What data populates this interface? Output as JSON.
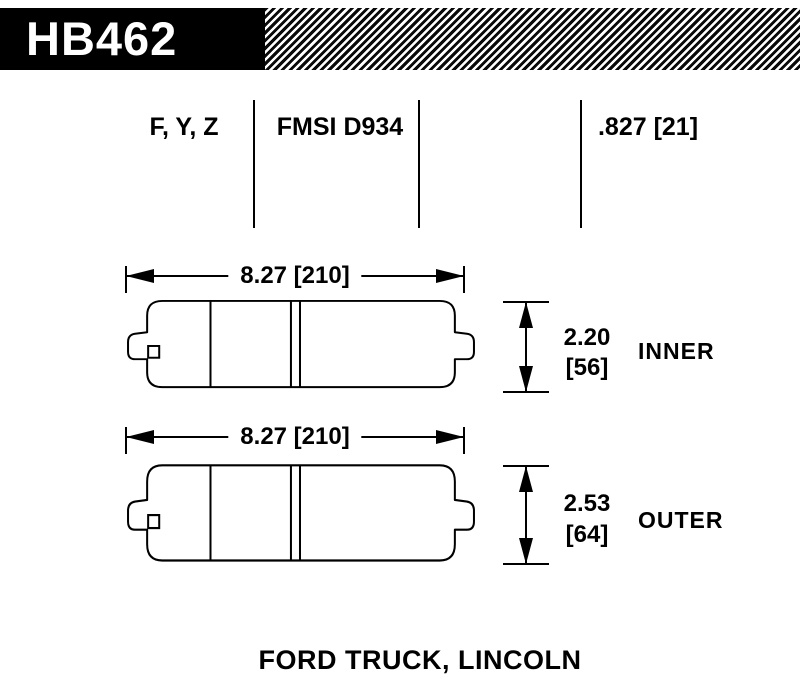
{
  "title_bar": {
    "part_number": "HB462"
  },
  "spec_row": {
    "compounds": "F, Y, Z",
    "fmsi": "FMSI D934",
    "thickness": ".827 [21]"
  },
  "inner_pad": {
    "width": "8.27 [210]",
    "height_in": "2.20",
    "height_mm": "[56]",
    "label": "INNER"
  },
  "outer_pad": {
    "width": "8.27 [210]",
    "height_in": "2.53",
    "height_mm": "[64]",
    "label": "OUTER"
  },
  "footer": {
    "application": "FORD TRUCK, LINCOLN"
  },
  "colors": {
    "bar_background": "#000000",
    "bar_text": "#ffffff",
    "line_color": "#000000",
    "page_background": "#ffffff"
  }
}
